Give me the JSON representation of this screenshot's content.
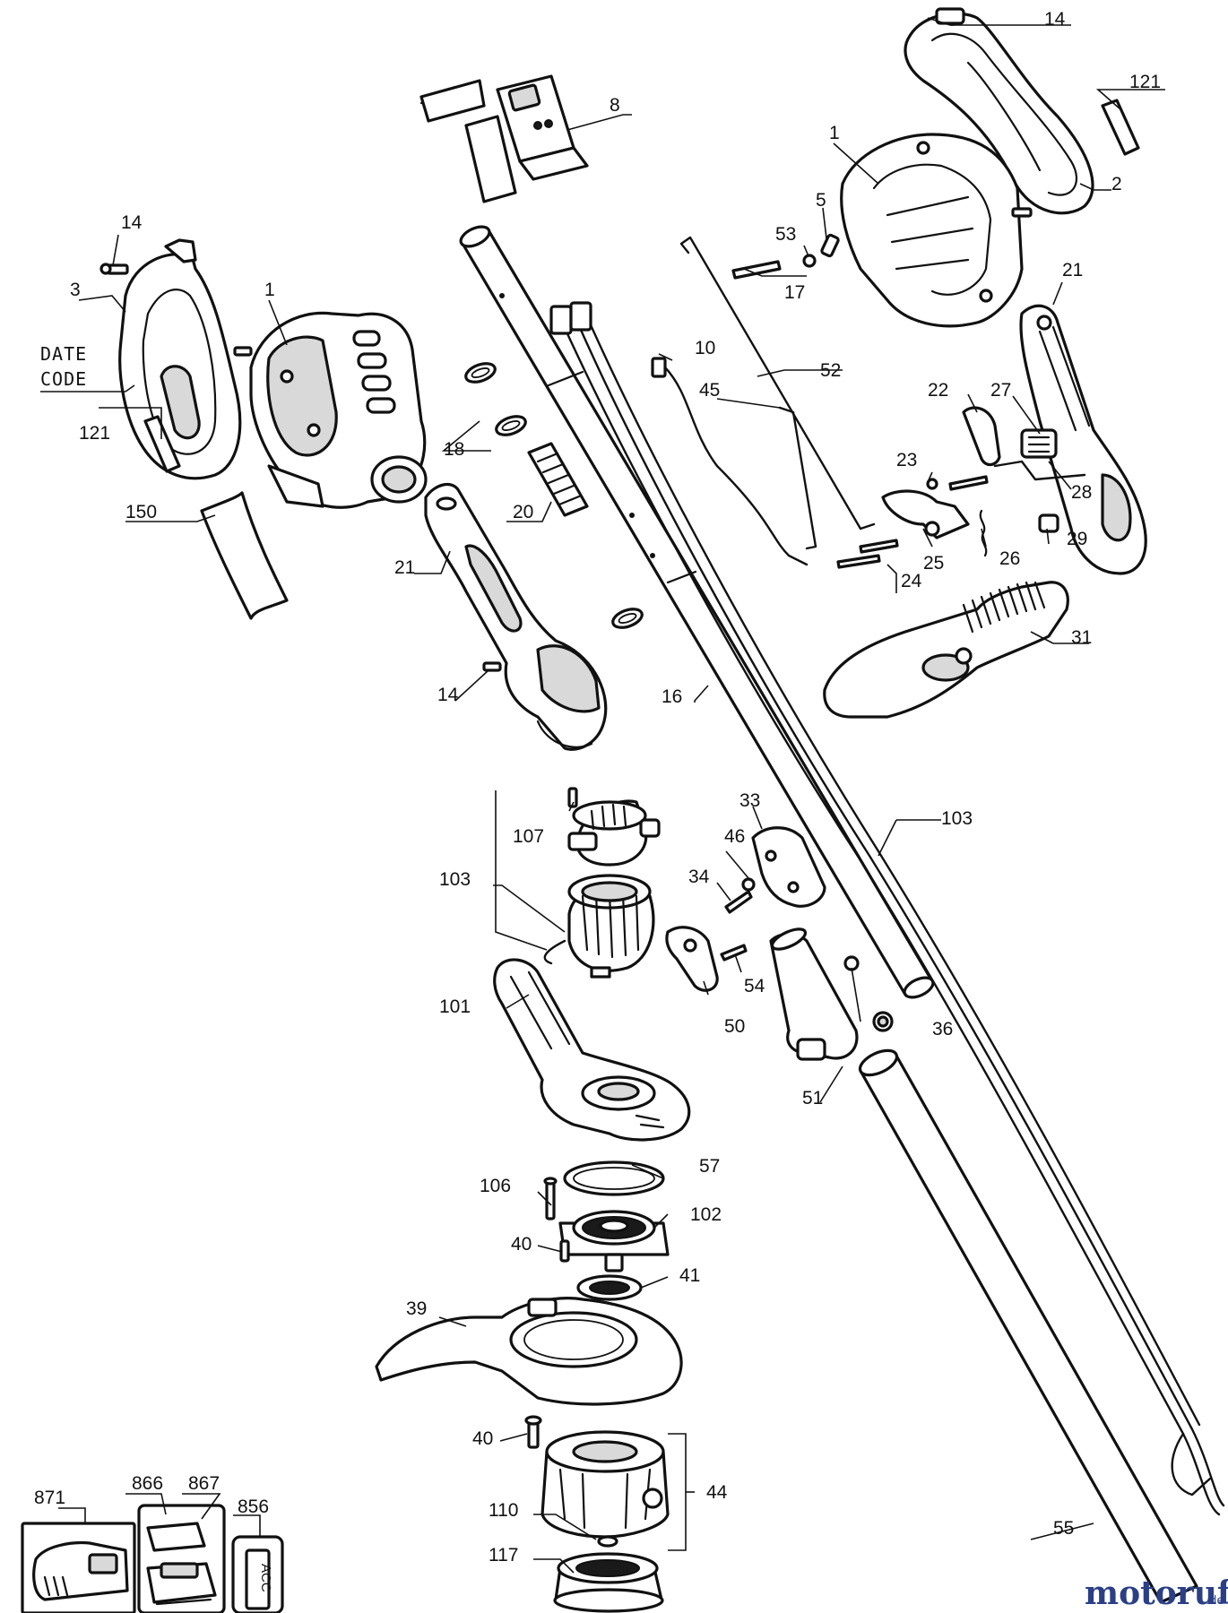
{
  "diagram": {
    "type": "exploded parts diagram",
    "callouts": [
      {
        "id": "lbl-14a",
        "text": "14"
      },
      {
        "id": "lbl-121a",
        "text": "121"
      },
      {
        "id": "lbl-2",
        "text": "2"
      },
      {
        "id": "lbl-1a",
        "text": "1"
      },
      {
        "id": "lbl-8",
        "text": "8"
      },
      {
        "id": "lbl-5",
        "text": "5"
      },
      {
        "id": "lbl-53",
        "text": "53"
      },
      {
        "id": "lbl-14b",
        "text": "14"
      },
      {
        "id": "lbl-3",
        "text": "3"
      },
      {
        "id": "lbl-1b",
        "text": "1"
      },
      {
        "id": "lbl-17",
        "text": "17"
      },
      {
        "id": "lbl-21a",
        "text": "21"
      },
      {
        "id": "lbl-10",
        "text": "10"
      },
      {
        "id": "lbl-52",
        "text": "52"
      },
      {
        "id": "lbl-45",
        "text": "45"
      },
      {
        "id": "lbl-22",
        "text": "22"
      },
      {
        "id": "lbl-27",
        "text": "27"
      },
      {
        "id": "lbl-121b",
        "text": "121"
      },
      {
        "id": "lbl-18",
        "text": "18"
      },
      {
        "id": "lbl-23",
        "text": "23"
      },
      {
        "id": "lbl-28",
        "text": "28"
      },
      {
        "id": "lbl-150",
        "text": "150"
      },
      {
        "id": "lbl-20",
        "text": "20"
      },
      {
        "id": "lbl-25",
        "text": "25"
      },
      {
        "id": "lbl-26",
        "text": "26"
      },
      {
        "id": "lbl-29",
        "text": "29"
      },
      {
        "id": "lbl-21b",
        "text": "21"
      },
      {
        "id": "lbl-24",
        "text": "24"
      },
      {
        "id": "lbl-31",
        "text": "31"
      },
      {
        "id": "lbl-14c",
        "text": "14"
      },
      {
        "id": "lbl-16",
        "text": "16"
      },
      {
        "id": "lbl-33",
        "text": "33"
      },
      {
        "id": "lbl-103a",
        "text": "103"
      },
      {
        "id": "lbl-107",
        "text": "107"
      },
      {
        "id": "lbl-46",
        "text": "46"
      },
      {
        "id": "lbl-103b",
        "text": "103"
      },
      {
        "id": "lbl-34",
        "text": "34"
      },
      {
        "id": "lbl-54",
        "text": "54"
      },
      {
        "id": "lbl-101",
        "text": "101"
      },
      {
        "id": "lbl-36",
        "text": "36"
      },
      {
        "id": "lbl-50",
        "text": "50"
      },
      {
        "id": "lbl-51",
        "text": "51"
      },
      {
        "id": "lbl-57",
        "text": "57"
      },
      {
        "id": "lbl-106",
        "text": "106"
      },
      {
        "id": "lbl-102",
        "text": "102"
      },
      {
        "id": "lbl-40a",
        "text": "40"
      },
      {
        "id": "lbl-41",
        "text": "41"
      },
      {
        "id": "lbl-39",
        "text": "39"
      },
      {
        "id": "lbl-40b",
        "text": "40"
      },
      {
        "id": "lbl-44",
        "text": "44"
      },
      {
        "id": "lbl-55",
        "text": "55"
      },
      {
        "id": "lbl-866",
        "text": "866"
      },
      {
        "id": "lbl-867",
        "text": "867"
      },
      {
        "id": "lbl-871",
        "text": "871"
      },
      {
        "id": "lbl-856",
        "text": "856"
      },
      {
        "id": "lbl-110",
        "text": "110"
      },
      {
        "id": "lbl-117",
        "text": "117"
      }
    ],
    "date_code_line1": "DATE",
    "date_code_line2": "CODE",
    "battery_label": "ACC",
    "watermark": {
      "main": "motoruf",
      "suffix": ".de"
    }
  }
}
